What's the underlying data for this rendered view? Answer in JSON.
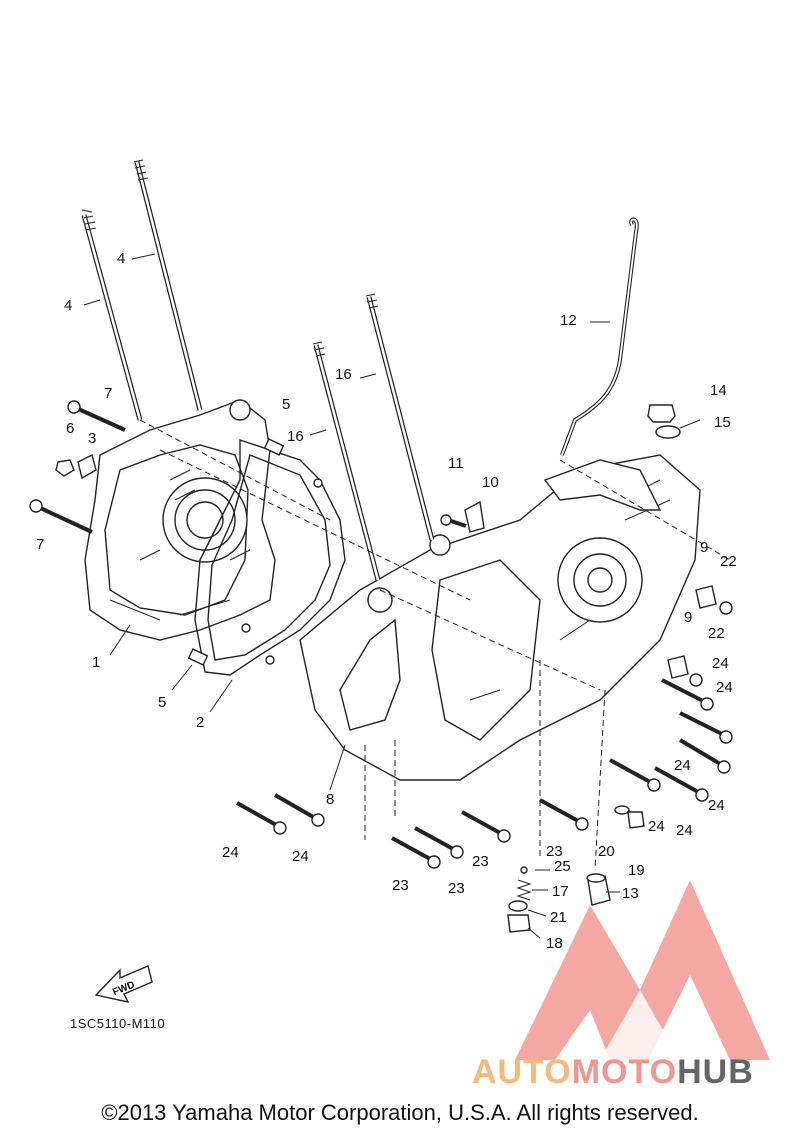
{
  "diagram_code": "1SC5110-M110",
  "fwd_label": "FWD",
  "copyright": "©2013 Yamaha Motor Corporation, U.S.A. All rights reserved.",
  "watermark": {
    "part1": "AUTO",
    "part2": "MOTO",
    "part3": "HUB",
    "colors": {
      "auto": "#f6b26b",
      "moto": "#ee8b86",
      "hub": "#555555",
      "triangle": "#f28b82"
    }
  },
  "callouts": [
    "4",
    "4",
    "7",
    "6",
    "3",
    "7",
    "1",
    "5",
    "5",
    "2",
    "16",
    "16",
    "12",
    "14",
    "15",
    "11",
    "10",
    "9",
    "22",
    "9",
    "22",
    "24",
    "24",
    "24",
    "24",
    "24",
    "24",
    "24",
    "24",
    "8",
    "23",
    "23",
    "23",
    "23",
    "25",
    "17",
    "13",
    "20",
    "19",
    "21",
    "18"
  ]
}
